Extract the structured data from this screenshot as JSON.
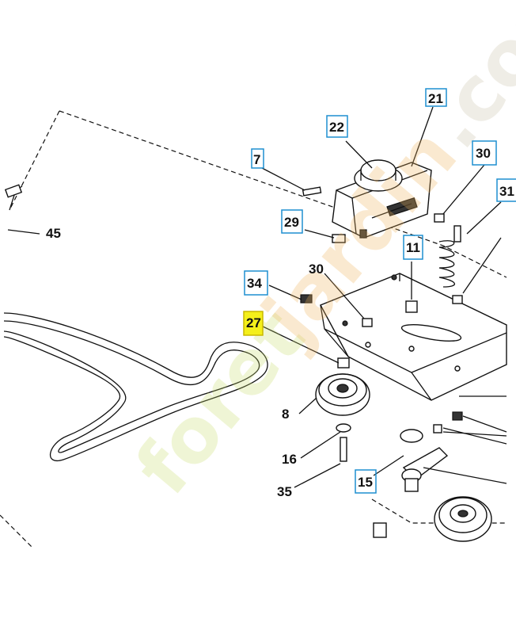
{
  "labels": {
    "p7": "7",
    "p8": "8",
    "p11": "11",
    "p15": "15",
    "p16": "16",
    "p21": "21",
    "p22": "22",
    "p27": "27",
    "p29": "29",
    "p30a": "30",
    "p30b": "30",
    "p31": "31",
    "p34": "34",
    "p35": "35",
    "p45": "45"
  },
  "watermark": {
    "text_a": "foret",
    "text_b": "jardin",
    "text_c": ".com",
    "color_a": "#c8dc6a",
    "color_b": "#f0b35a",
    "color_c": "#c8c0a8"
  },
  "colors": {
    "label_box": "#1e8fd0",
    "highlight": "#f4ef1a"
  }
}
